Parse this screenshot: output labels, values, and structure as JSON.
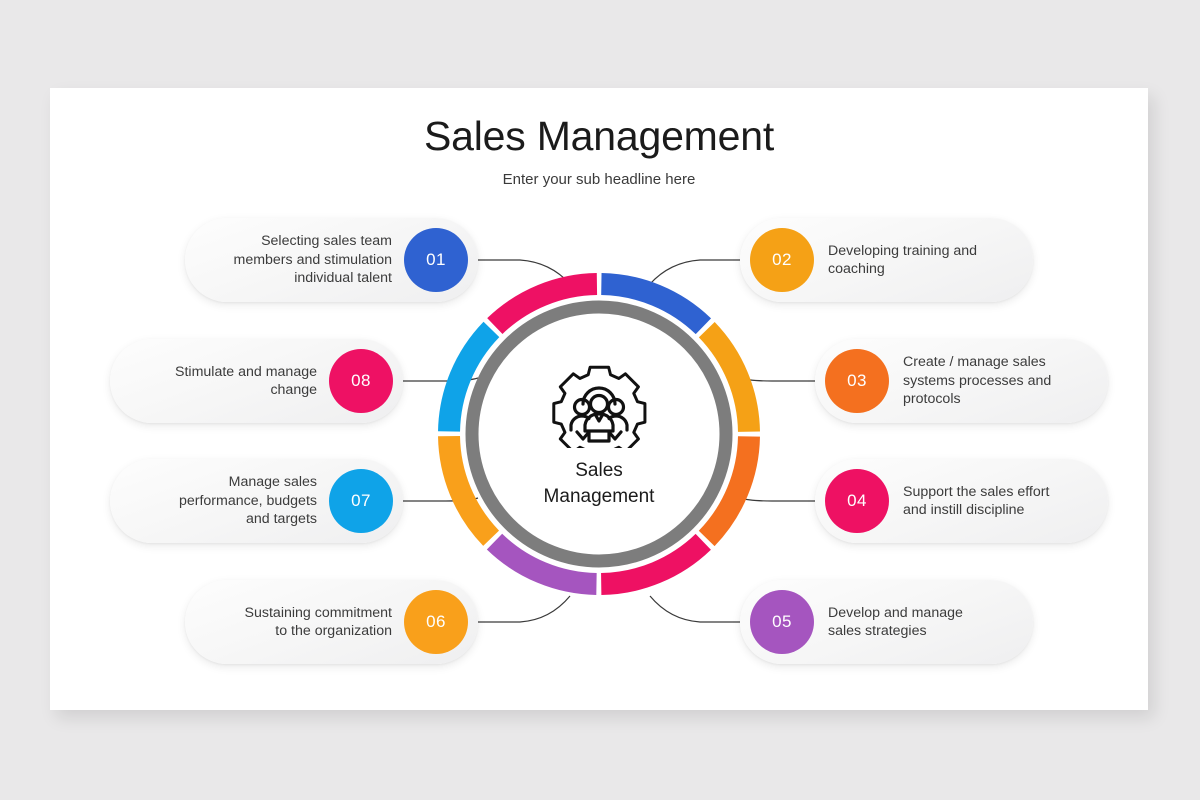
{
  "slide": {
    "title": "Sales Management",
    "subtitle": "Enter your sub headline here",
    "background_color": "#e9e8e9",
    "surface_color": "#ffffff"
  },
  "center": {
    "icon": "gear-people-icon",
    "label": "Sales\nManagement",
    "inner_ring_color": "#7d7d7d"
  },
  "wheel": {
    "type": "donut",
    "segment_count": 8,
    "segments": [
      {
        "number": "01",
        "color": "#2f62d1",
        "start_deg": -90,
        "end_deg": -45
      },
      {
        "number": "02",
        "color": "#f5a116",
        "start_deg": -90,
        "end_deg": -45
      },
      {
        "number": "03",
        "color": "#f4701f",
        "start_deg": -45,
        "end_deg": 0
      },
      {
        "number": "04",
        "color": "#ee1163",
        "start_deg": 0,
        "end_deg": 45
      },
      {
        "number": "05",
        "color": "#a555bf",
        "start_deg": 45,
        "end_deg": 90
      },
      {
        "number": "06",
        "color": "#f9a01b",
        "start_deg": 90,
        "end_deg": 135
      },
      {
        "number": "07",
        "color": "#0fa3e8",
        "start_deg": 135,
        "end_deg": 180
      },
      {
        "number": "08",
        "color": "#ee1164",
        "start_deg": 180,
        "end_deg": 225
      }
    ]
  },
  "items": [
    {
      "number": "01",
      "text": "Selecting sales team\nmembers and stimulation\nindividual talent",
      "color": "#2f62d1",
      "side": "left"
    },
    {
      "number": "02",
      "text": "Developing training and\ncoaching",
      "color": "#f5a116",
      "side": "right"
    },
    {
      "number": "03",
      "text": "Create / manage sales\nsystems processes and\nprotocols",
      "color": "#f4701f",
      "side": "right"
    },
    {
      "number": "04",
      "text": "Support the sales effort\nand instill discipline",
      "color": "#ee1163",
      "side": "right"
    },
    {
      "number": "05",
      "text": "Develop and manage\nsales strategies",
      "color": "#a555bf",
      "side": "right"
    },
    {
      "number": "06",
      "text": "Sustaining commitment\nto the organization",
      "color": "#f9a01b",
      "side": "left"
    },
    {
      "number": "07",
      "text": "Manage sales\nperformance, budgets\nand targets",
      "color": "#0fa3e8",
      "side": "left"
    },
    {
      "number": "08",
      "text": "Stimulate and manage\nchange",
      "color": "#ee1164",
      "side": "left"
    }
  ],
  "connector_color": "#3a3a3a"
}
